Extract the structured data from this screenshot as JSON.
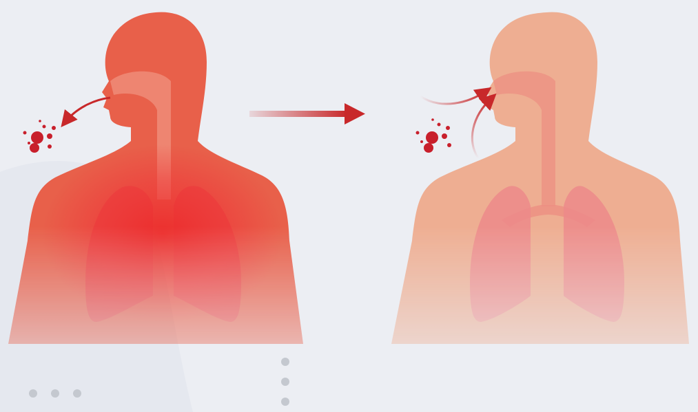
{
  "figure": {
    "panels": [
      {
        "id": "infected",
        "state": "infected-person-exhaling",
        "body_color": "#e8604a",
        "lung_color": "#e84040",
        "glow_color": "#ec2b2b"
      },
      {
        "id": "receiver",
        "state": "healthy-person-inhaling",
        "body_color": "#eeae92",
        "lung_color": "#ec8a8a",
        "glow_color": "#f1a9a9"
      }
    ],
    "transmission_arrow_color": "#c8282a",
    "droplet_color": "#c81f2b",
    "decoration_dot_color": "#c4c8cf",
    "background_color": "#eceef3"
  }
}
